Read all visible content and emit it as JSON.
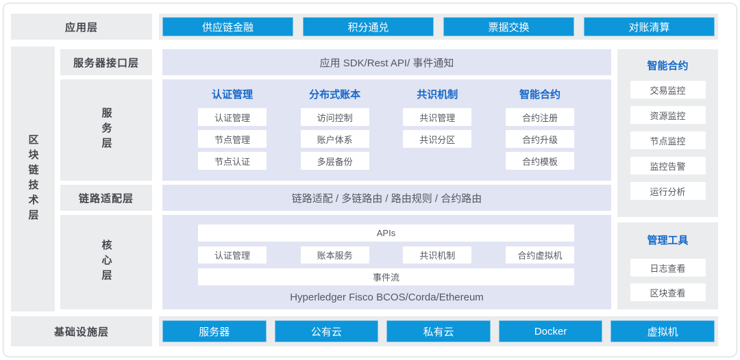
{
  "colors": {
    "accent_blue": "#0e96da",
    "header_blue": "#1567c8",
    "panel_gray": "#ebeced",
    "panel_lavender": "#e1e4f3",
    "text_dark": "#43464c",
    "text_body": "#54575f"
  },
  "app_layer": {
    "label": "应用层",
    "apps": [
      "供应链金融",
      "积分通兑",
      "票据交换",
      "对账清算"
    ]
  },
  "tech_layer": {
    "label": "区块链技术层"
  },
  "interface_layer": {
    "label": "服务器接口层",
    "content": "应用 SDK/Rest API/ 事件通知"
  },
  "service_layer": {
    "label": "服务层",
    "columns": [
      {
        "header": "认证管理",
        "items": [
          "认证管理",
          "节点管理",
          "节点认证"
        ]
      },
      {
        "header": "分布式账本",
        "items": [
          "访问控制",
          "账户体系",
          "多层备份"
        ]
      },
      {
        "header": "共识机制",
        "items": [
          "共识管理",
          "共识分区"
        ]
      },
      {
        "header": "智能合约",
        "items": [
          "合约注册",
          "合约升级",
          "合约模板"
        ]
      }
    ]
  },
  "adapter_layer": {
    "label": "链路适配层",
    "content": "链路适配 / 多链路由 / 路由规则 / 合约路由"
  },
  "core_layer": {
    "label": "核心层",
    "apis_bar": "APIs",
    "modules": [
      "认证管理",
      "账本服务",
      "共识机制",
      "合约虚拟机"
    ],
    "event_bar": "事件流",
    "platforms": "Hyperledger Fisco BCOS/Corda/Ethereum"
  },
  "side_panels": [
    {
      "header": "智能合约",
      "items": [
        "交易监控",
        "资源监控",
        "节点监控",
        "监控告警",
        "运行分析"
      ]
    },
    {
      "header": "管理工具",
      "items": [
        "日志查看",
        "区块查看"
      ]
    }
  ],
  "infra_layer": {
    "label": "基础设施层",
    "items": [
      "服务器",
      "公有云",
      "私有云",
      "Docker",
      "虚拟机"
    ]
  }
}
